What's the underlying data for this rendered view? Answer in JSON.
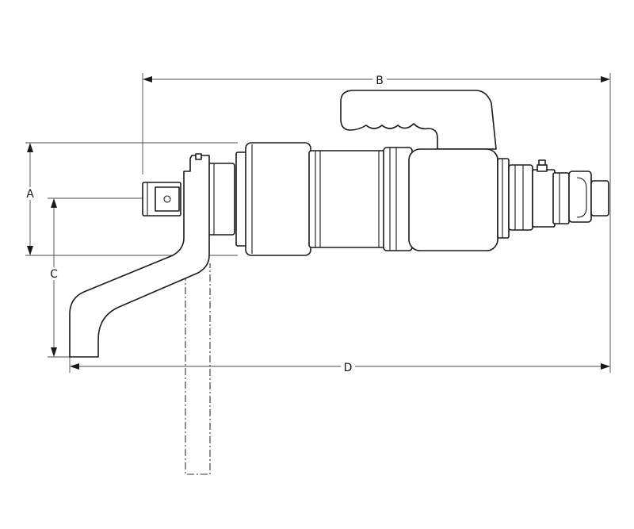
{
  "dimensions": {
    "a": "A",
    "b": "B",
    "c": "C",
    "d": "D"
  },
  "colors": {
    "line": "#1a1a1a",
    "background": "#ffffff"
  }
}
